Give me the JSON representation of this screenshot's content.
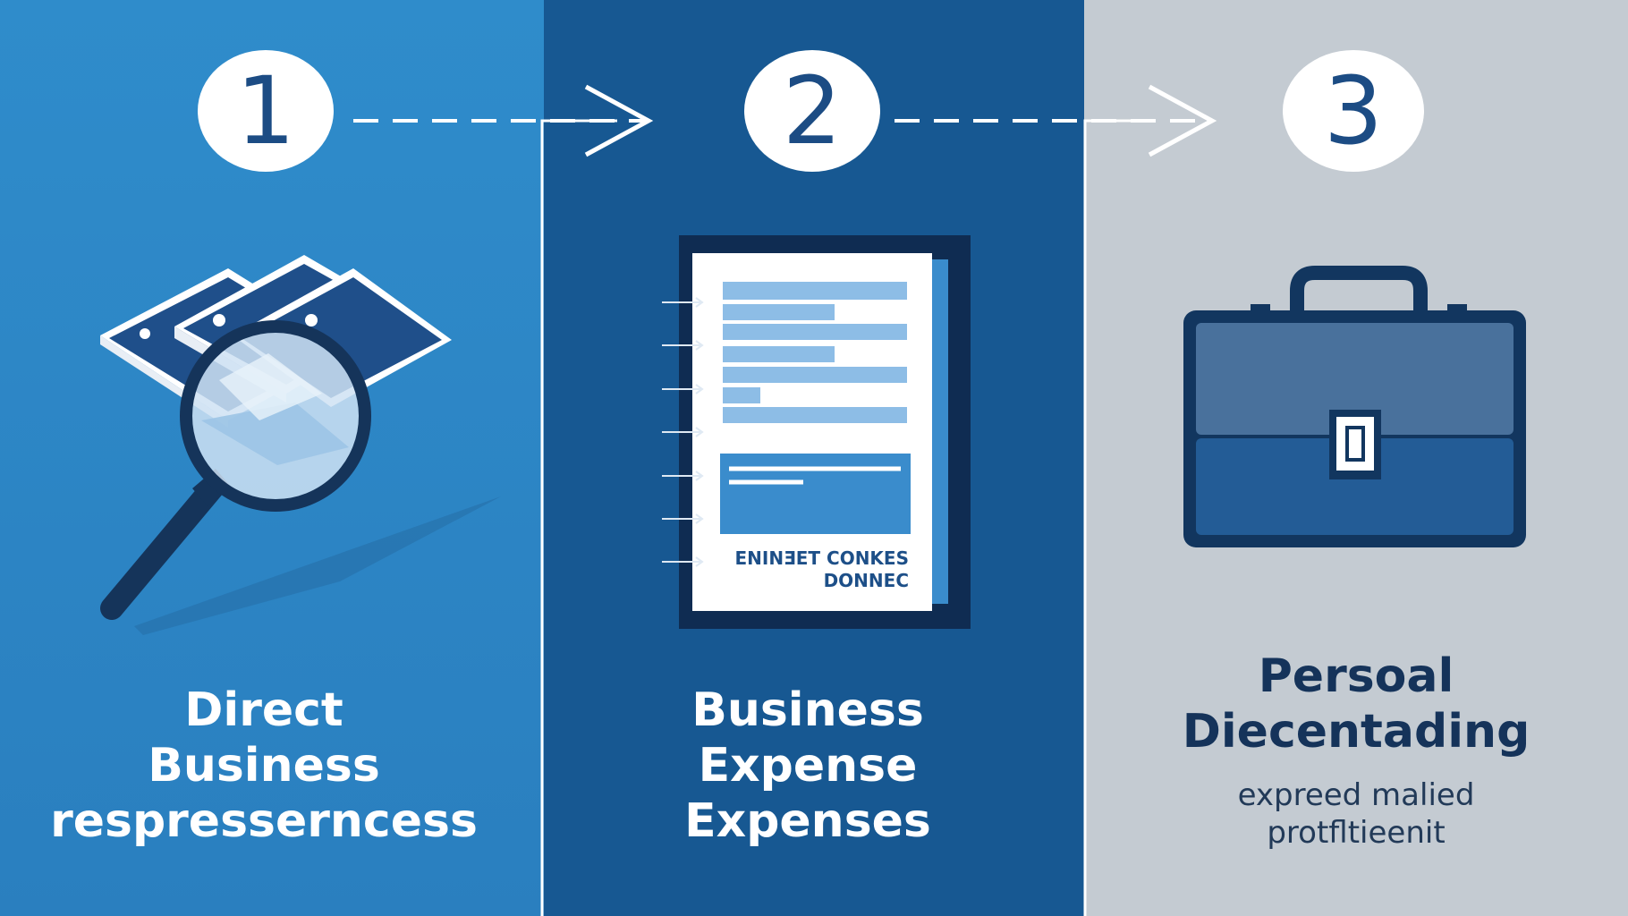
{
  "steps": [
    {
      "number": "1",
      "title_lines": [
        "Direct",
        "Business",
        "respresserncess"
      ],
      "icon": "magnifier-over-documents-icon"
    },
    {
      "number": "2",
      "title_lines": [
        "Business",
        "Expense",
        "Expenses"
      ],
      "icon": "expense-report-document-icon",
      "document_label_lines": [
        "ENINƎET CONKES",
        "DONNEC"
      ]
    },
    {
      "number": "3",
      "title_lines": [
        "Persoal",
        "Diecentading"
      ],
      "subtitle_lines": [
        "expreed malied",
        "protfltieenit"
      ],
      "icon": "briefcase-icon"
    }
  ],
  "colors": {
    "panel_1": "#2f8ccb",
    "panel_2": "#175892",
    "panel_3": "#c4cbd2",
    "number_text": "#1c4c84",
    "connector": "#ffffff"
  }
}
